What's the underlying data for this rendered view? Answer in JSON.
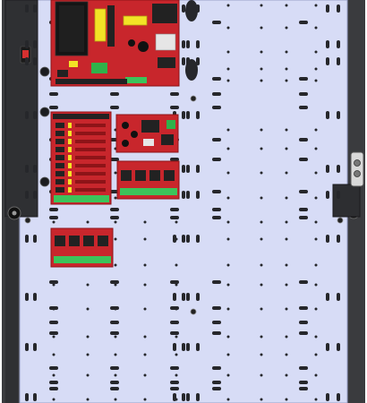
{
  "colors": {
    "enclosure": "#3a3b3e",
    "enclosure_edge": "#222326",
    "backplate": "#d7dcf6",
    "backplate_edge": "#9aa0c8",
    "slot": "#26272b",
    "board_red": "#c8262c",
    "board_dark": "#8e1418",
    "terminal_green": "#2fb24a",
    "connector_green": "#3cc35a",
    "transformer_black": "#151515",
    "cap_yellow": "#f3e326",
    "power_switch": "#d63030"
  },
  "icons": {
    "power_switch": "power-switch-icon",
    "hinge": "hinge-icon",
    "lock": "lock-icon",
    "mount_hole": "mounting-hole-icon",
    "standoff": "standoff-icon"
  },
  "boards": [
    {
      "id": "power-supply-board",
      "kind": "power-supply"
    },
    {
      "id": "relay-driver-board",
      "kind": "relay-bank"
    },
    {
      "id": "controller-board",
      "kind": "controller"
    },
    {
      "id": "relay-module-a",
      "kind": "relay-module"
    },
    {
      "id": "relay-module-b",
      "kind": "relay-module"
    }
  ]
}
